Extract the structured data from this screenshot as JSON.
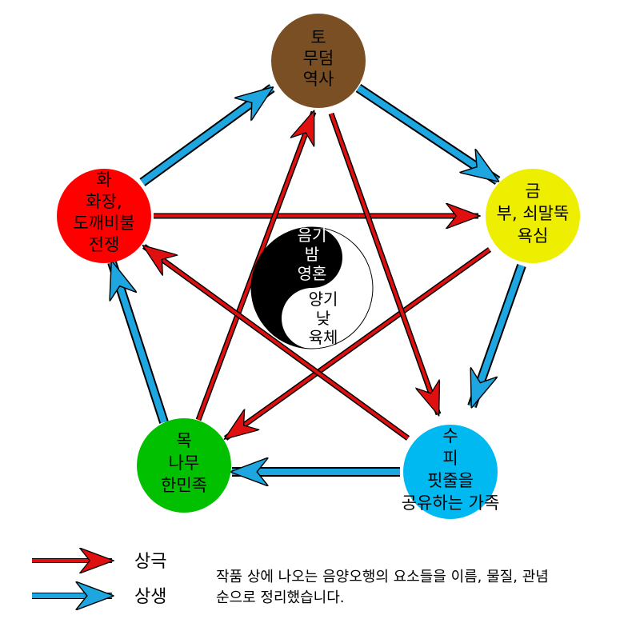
{
  "elements": [
    {
      "id": "earth",
      "color": "#7a4f24",
      "lines": [
        "토",
        "무덤",
        "역사"
      ]
    },
    {
      "id": "metal",
      "color": "#eeee00",
      "lines": [
        "금",
        "부, 쇠말뚝",
        "욕심"
      ]
    },
    {
      "id": "water",
      "color": "#00b9f0",
      "lines": [
        "수",
        "피",
        "핏줄을",
        "공유하는 가족"
      ]
    },
    {
      "id": "wood",
      "color": "#00c000",
      "lines": [
        "목",
        "나무",
        "한민족"
      ]
    },
    {
      "id": "fire",
      "color": "#ff0000",
      "lines": [
        "화",
        "화장,",
        "도깨비불",
        "전쟁"
      ]
    }
  ],
  "yinyang": {
    "yin": [
      "음기",
      "밤",
      "영혼"
    ],
    "yang": [
      "양기",
      "낮",
      "육체"
    ]
  },
  "colors": {
    "sanggeuk": "#e01010",
    "sangsaeng": "#1ea6e0"
  },
  "legend": {
    "sanggeuk": "상극",
    "sangsaeng": "상생"
  },
  "caption": {
    "line1": "작품 상에 나오는 음양오행의 요소들을 이름, 물질, 관념",
    "line2": "순으로 정리했습니다."
  }
}
